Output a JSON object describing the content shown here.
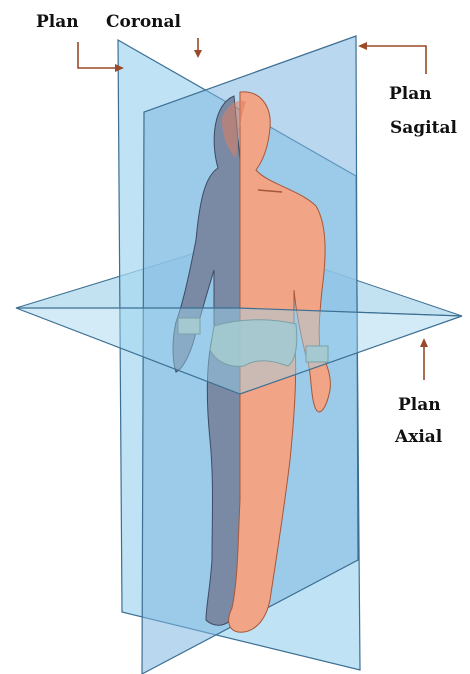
{
  "labels": {
    "coronal": {
      "line1": "Plan",
      "line2": "Coronal"
    },
    "sagittal": {
      "line1": "Plan",
      "line2": "Sagital"
    },
    "axial": {
      "line1": "Plan",
      "line2": "Axial"
    }
  },
  "colors": {
    "plane_fill": "#9dd3ee",
    "plane_edge": "#3c6f93",
    "skin": "#f1a486",
    "skin_shade": "#dd7e5f",
    "shadow_side": "#7a8aa4",
    "briefs": "#a9c2b9",
    "arrow": "#9a4a2a"
  }
}
